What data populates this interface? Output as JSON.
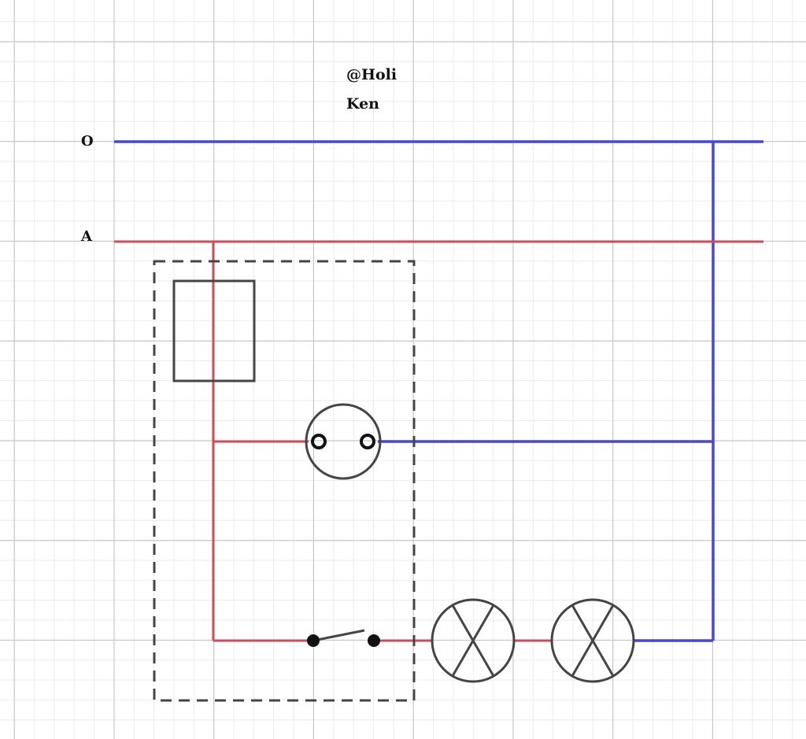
{
  "author": {
    "line1": "@Holi",
    "line2": "Ken"
  },
  "wires": {
    "neutral_label": "O",
    "phase_label": "A"
  },
  "colors": {
    "neutral_wire": "#4646d8",
    "phase_wire": "#d24a55",
    "component": "#454545",
    "grid_major": "#c8c8c8",
    "grid_minor": "#ebebeb",
    "background": "#ffffff"
  },
  "components": [
    {
      "name": "fuse",
      "icon": "fuse-rectangle"
    },
    {
      "name": "socket",
      "icon": "socket-outlet"
    },
    {
      "name": "switch",
      "icon": "open-switch"
    },
    {
      "name": "lamp-1",
      "icon": "lamp-cross"
    },
    {
      "name": "lamp-2",
      "icon": "lamp-cross"
    },
    {
      "name": "panel-enclosure",
      "icon": "dashed-box"
    }
  ]
}
